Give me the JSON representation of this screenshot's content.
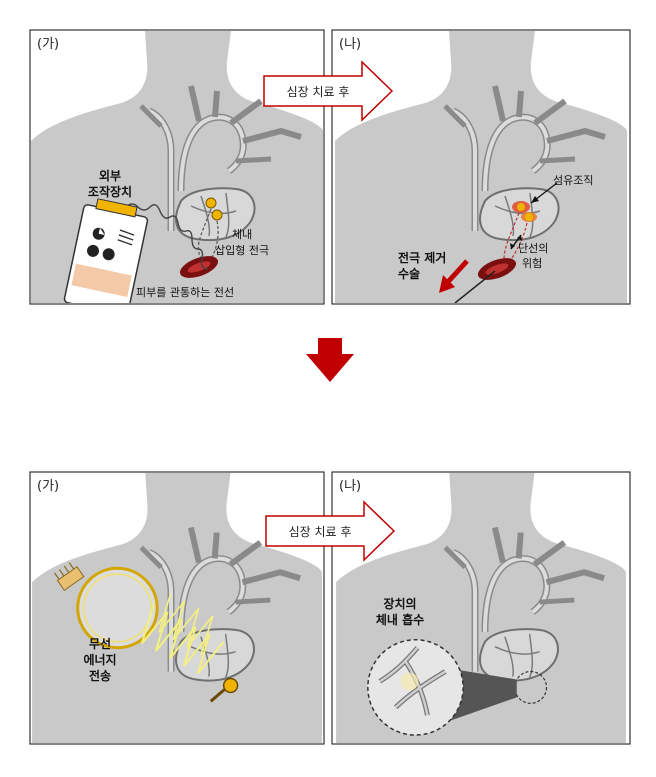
{
  "top_row": {
    "left_panel": {
      "label": "(가)",
      "device_label_line1": "외부",
      "device_label_line2": "조작장치",
      "electrode_label_line1": "체내",
      "electrode_label_line2": "삽입형 전극",
      "wire_label": "피부를 관통하는 전선"
    },
    "arrow_label": "심장 치료 후",
    "right_panel": {
      "label": "(나)",
      "fibrosis_label": "섬유조직",
      "break_label_line1": "단선의",
      "break_label_line2": "위험",
      "surgery_label_line1": "전극 제거",
      "surgery_label_line2": "수술"
    }
  },
  "bottom_row": {
    "left_panel": {
      "label": "(가)",
      "wireless_label_line1": "무선",
      "wireless_label_line2": "에너지",
      "wireless_label_line3": "전송"
    },
    "arrow_label": "심장 치료 후",
    "right_panel": {
      "label": "(나)",
      "absorb_label_line1": "장치의",
      "absorb_label_line2": "체내 흡수"
    }
  },
  "colors": {
    "panel_bg": "#ffffff",
    "body_fill": "#c9c9c9",
    "vessel": "#8a8a8a",
    "arrow_red": "#c00000",
    "electrode_yellow": "#f0b400",
    "coil_yellow": "#f4f080",
    "tissue_red": "#e05030"
  }
}
